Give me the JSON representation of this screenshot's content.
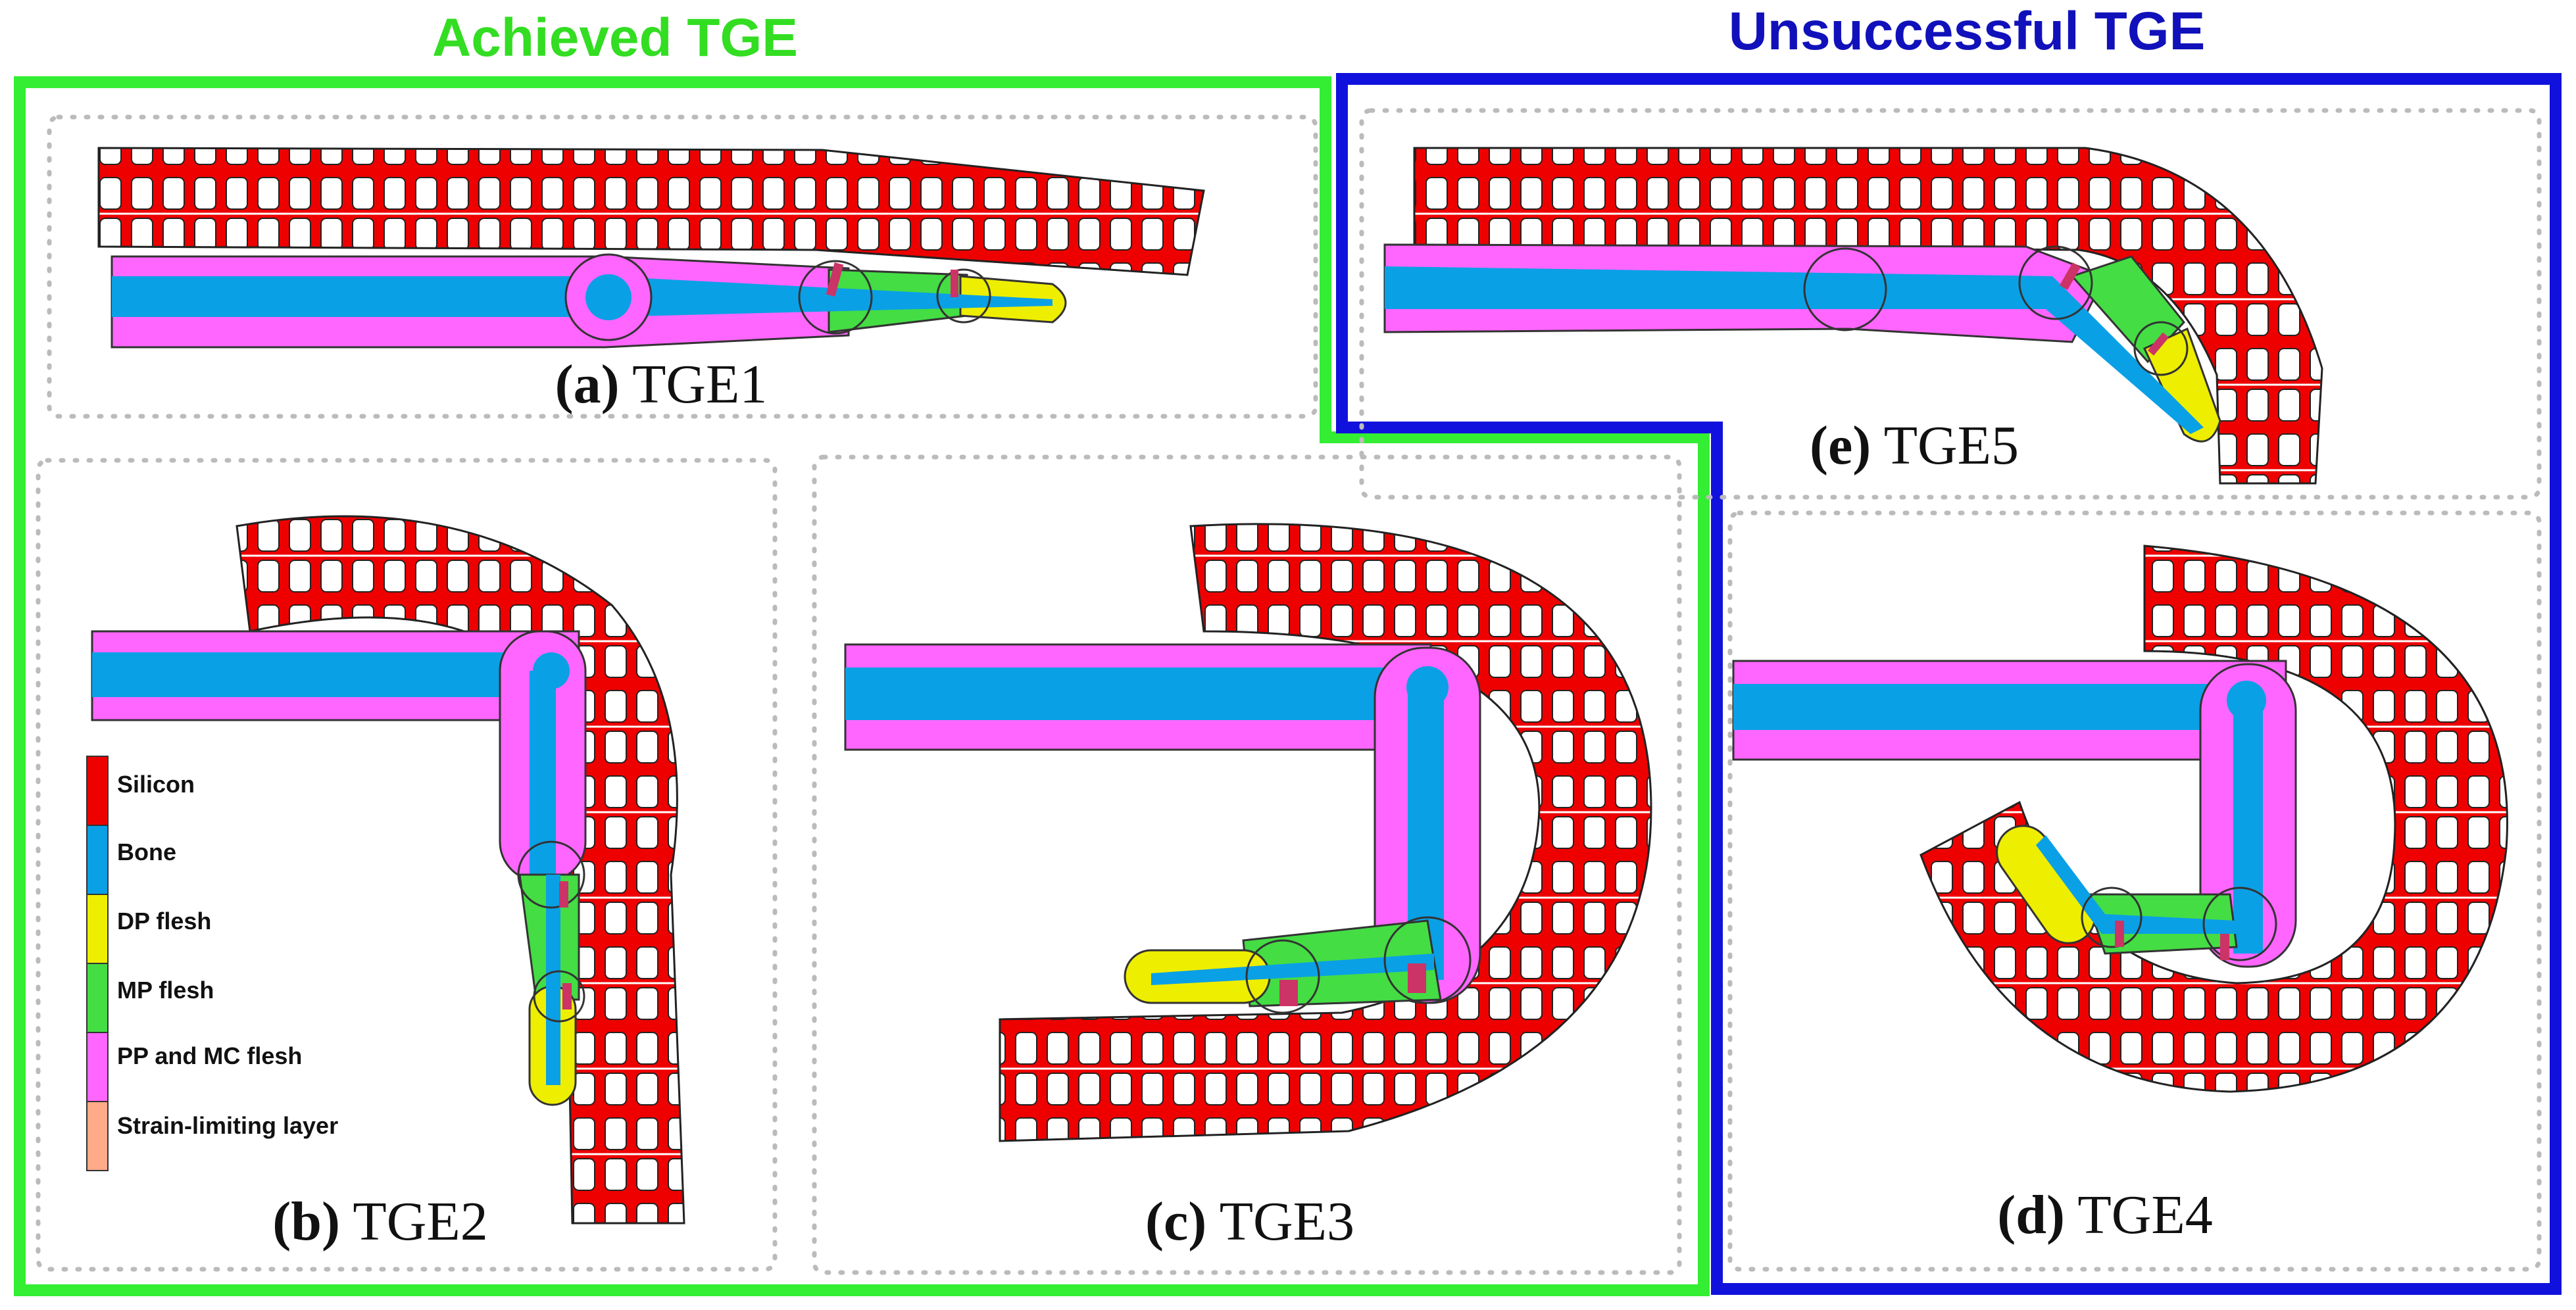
{
  "headers": {
    "achieved": "Achieved TGE",
    "unsuccessful": "Unsuccessful TGE"
  },
  "colors": {
    "achieved_border": "#33ee33",
    "unsuccessful_border": "#1111dd",
    "silicon": "#ee0000",
    "bone": "#0aa0e6",
    "dp_flesh": "#eeee00",
    "mp_flesh": "#44dd44",
    "pp_mc_flesh": "#ff66ff",
    "strain_limiting": "#ffaa88",
    "panel_dots": "#bbbbbb"
  },
  "panels": [
    {
      "id": "a",
      "letter": "(a)",
      "name": "TGE1"
    },
    {
      "id": "b",
      "letter": "(b)",
      "name": "TGE2"
    },
    {
      "id": "c",
      "letter": "(c)",
      "name": "TGE3"
    },
    {
      "id": "d",
      "letter": "(d)",
      "name": "TGE4"
    },
    {
      "id": "e",
      "letter": "(e)",
      "name": "TGE5"
    }
  ],
  "legend": [
    {
      "label": "Silicon",
      "color": "#ee0000"
    },
    {
      "label": "Bone",
      "color": "#0aa0e6"
    },
    {
      "label": "DP flesh",
      "color": "#eeee00"
    },
    {
      "label": "MP flesh",
      "color": "#44dd44"
    },
    {
      "label": "PP and MC flesh",
      "color": "#ff66ff"
    },
    {
      "label": "Strain-limiting layer",
      "color": "#ffaa88"
    }
  ]
}
